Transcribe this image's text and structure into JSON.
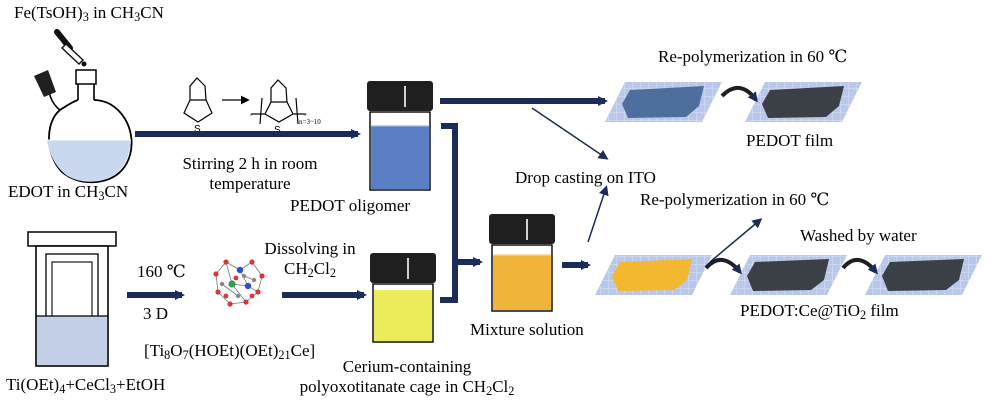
{
  "labels": {
    "oxidant": "Fe(TsOH)<sub>3</sub> in CH<sub>3</sub>CN",
    "edot_solution": "EDOT in CH<sub>3</sub>CN",
    "stirring": "Stirring 2 h in room<br>temperature",
    "pedot_oligomer": "PEDOT oligomer",
    "repoly_top": "Re-polymerization in 60 ℃",
    "pedot_film": "PEDOT film",
    "drop_casting": "Drop casting on ITO",
    "repoly_bottom": "Re-polymerization in 60 ℃",
    "washed": "Washed by water",
    "composite_film": "PEDOT:Ce@TiO<sub>2</sub> film",
    "mixture": "Mixture solution",
    "dissolving": "Dissolving in<br>CH<sub>2</sub>Cl<sub>2</sub>",
    "cage_solution": "Cerium-containing<br>polyoxotitanate cage in CH<sub>2</sub>Cl<sub>2</sub>",
    "formula": "[Ti<sub>8</sub>O<sub>7</sub>(HOEt)(OEt)<sub>21</sub>Ce]",
    "temperature": "160 ℃",
    "duration": "3 D",
    "reagents": "Ti(OEt)<sub>4</sub>+CeCl<sub>3</sub>+EtOH",
    "repeat_index": "n=3~10"
  },
  "colors": {
    "arrow": "#1a2b5c",
    "pedot_solution": "#5b7fc4",
    "cage_solution": "#ecec5a",
    "mixture_solution": "#f0b43a",
    "edot_liquid": "#c9d8ee",
    "reactor_liquid": "#c4d0e8",
    "ito_substrate": "#b9c8ea",
    "pedot_film": "#4e6f9e",
    "dark_film": "#3b3f46",
    "precursor_film": "#f3b730",
    "cap": "#1f1f1f"
  },
  "icons": {
    "dropper": "dropper-icon",
    "flask": "round-bottom-flask-icon",
    "edot_monomer": "edot-structure",
    "pedot_chain": "pedot-structure",
    "autoclave": "autoclave-icon",
    "cluster": "cluster-structure",
    "vial": "vial-icon",
    "curved_arrow": "curved-arrow-icon"
  }
}
